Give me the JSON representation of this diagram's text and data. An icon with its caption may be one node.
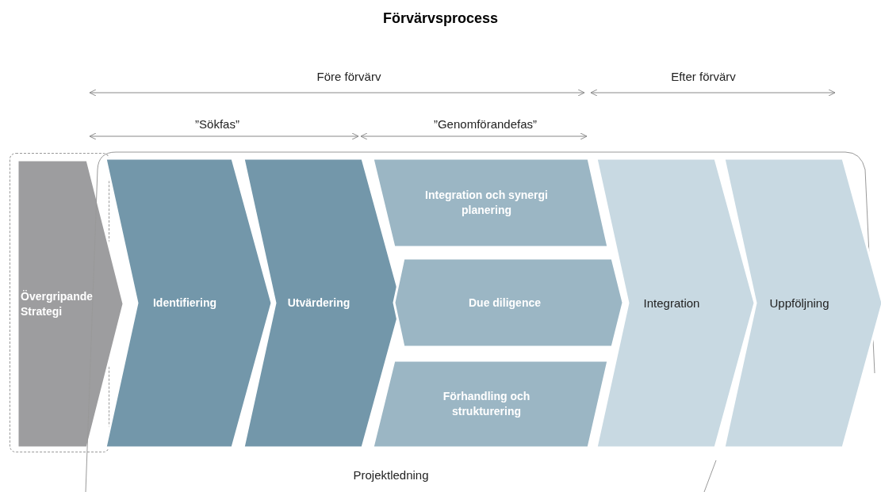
{
  "diagram": {
    "title": "Förvärvsprocess",
    "nodes": [
      {
        "text": [
          "Övergripande Strategi"
        ]
      },
      {
        "text": [
          "Projektledning"
        ]
      },
      {
        "text": [
          "Identifiering"
        ],
        "in": 1
      },
      {
        "text": [
          "Utvärdering"
        ],
        "in": 1
      },
      {
        "text": [
          "Integration och synergi planering"
        ],
        "in": 1
      },
      {
        "text": [
          "Due diligence"
        ],
        "in": 1
      },
      {
        "text": [
          "Förhandling och strukturering"
        ],
        "in": 1
      },
      {
        "text": [
          "Integration"
        ],
        "in": 1
      },
      {
        "text": [
          "Uppföljning"
        ],
        "in": 1
      }
    ],
    "labels": [
      "Före förvärv",
      "Efter förvärv",
      "”Sökfas”",
      "”Genomförandefas”"
    ]
  }
}
